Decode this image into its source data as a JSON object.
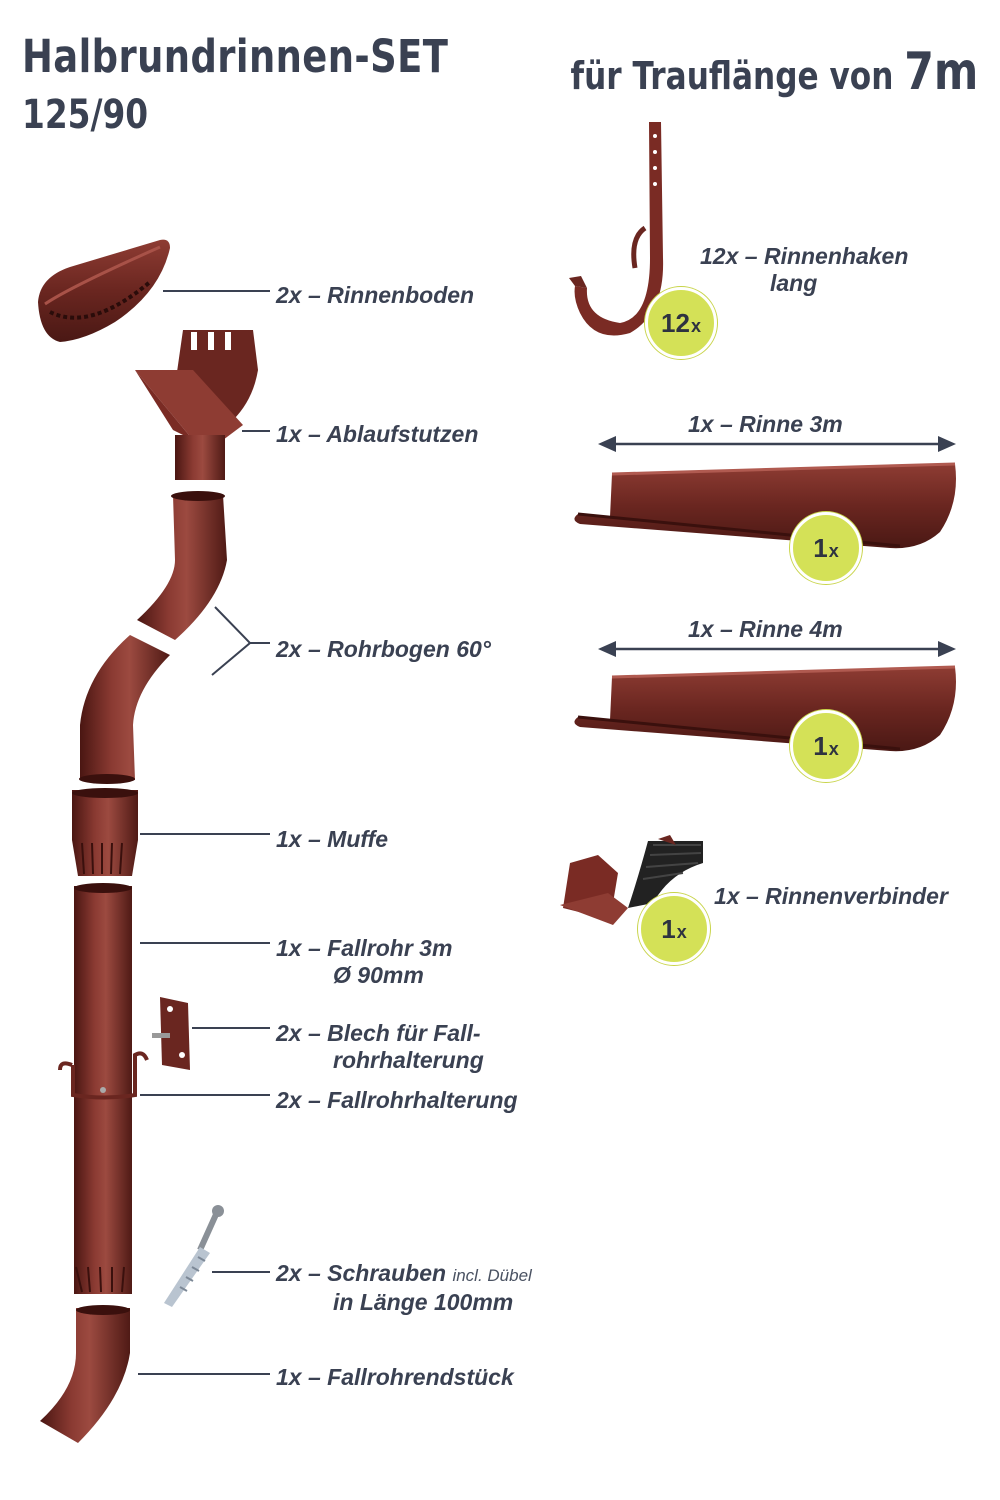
{
  "header": {
    "title": "Halbrundrinnen-SET",
    "subtitle": "125/90",
    "length_prefix": "für Trauflänge von ",
    "length_value": "7m"
  },
  "colors": {
    "product": "#7a2b24",
    "badge": "#d4e157",
    "text": "#3a4152"
  },
  "left_items": [
    {
      "qty": "2x",
      "name": "Rinnenboden",
      "icon": "gutter-end-cap-icon"
    },
    {
      "qty": "1x",
      "name": "Ablaufstutzen",
      "icon": "gutter-outlet-icon"
    },
    {
      "qty": "2x",
      "name": "Rohrbogen 60°",
      "icon": "pipe-bend-icon"
    },
    {
      "qty": "1x",
      "name": "Muffe",
      "icon": "pipe-socket-icon"
    },
    {
      "qty": "1x",
      "name": "Fallrohr 3m",
      "line2": "Ø 90mm",
      "icon": "downpipe-icon"
    },
    {
      "qty": "2x",
      "name": "Blech für Fall-",
      "line2": "rohrhalterung",
      "icon": "bracket-plate-icon"
    },
    {
      "qty": "2x",
      "name": "Fallrohrhalterung",
      "icon": "pipe-clamp-icon"
    },
    {
      "qty": "2x",
      "name": "Schrauben",
      "note": "incl. Dübel",
      "line2": "in Länge 100mm",
      "icon": "screw-dowel-icon"
    },
    {
      "qty": "1x",
      "name": "Fallrohrendstück",
      "icon": "pipe-end-piece-icon"
    }
  ],
  "right_items": [
    {
      "qty": "12x",
      "name": "Rinnenhaken",
      "line2": "lang",
      "badge_num": "12",
      "badge_x": "x",
      "icon": "gutter-hook-icon"
    },
    {
      "qty": "1x",
      "name": "Rinne 3m",
      "badge_num": "1",
      "badge_x": "x",
      "icon": "gutter-3m-icon"
    },
    {
      "qty": "1x",
      "name": "Rinne 4m",
      "badge_num": "1",
      "badge_x": "x",
      "icon": "gutter-4m-icon"
    },
    {
      "qty": "1x",
      "name": "Rinnenverbinder",
      "badge_num": "1",
      "badge_x": "x",
      "icon": "gutter-connector-icon"
    }
  ]
}
